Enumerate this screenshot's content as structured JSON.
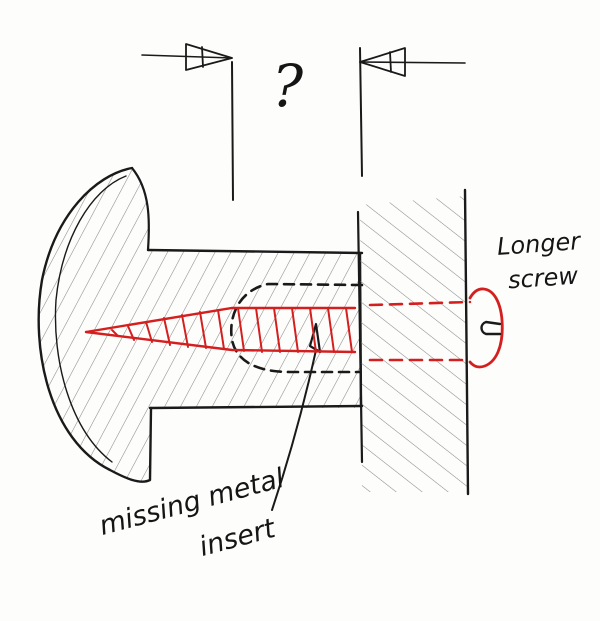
{
  "annotations": {
    "question_mark": "?",
    "screw_label_line1": "Longer",
    "screw_label_line2": "screw",
    "insert_label_line1": "missing metal",
    "insert_label_line2": "insert"
  },
  "colors": {
    "ink": "#1a1a1a",
    "hatch": "#8a8a8a",
    "screw_red": "#d41f1f",
    "paper": "#fdfdfc"
  }
}
